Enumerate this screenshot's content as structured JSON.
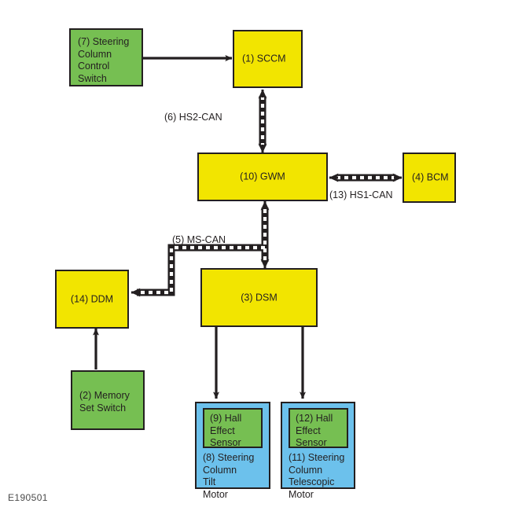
{
  "figure": {
    "id_label": "E190501",
    "colors": {
      "yellow_module": "#f2e500",
      "green_input": "#76bf52",
      "blue_actuator": "#6cc1ec",
      "outline": "#231f20",
      "background": "#ffffff"
    }
  },
  "nodes": {
    "steering_column_control_switch": "(7) Steering\nColumn\nControl\nSwitch",
    "sccm": "(1) SCCM",
    "gwm": "(10) GWM",
    "bcm": "(4) BCM",
    "dsm": "(3) DSM",
    "ddm": "(14) DDM",
    "memory_set_switch": "(2) Memory\nSet Switch",
    "tilt_motor": "(8) Steering\nColumn\nTilt\nMotor",
    "tilt_hall_sensor": "(9) Hall\nEffect\nSensor",
    "telescopic_motor": "(11) Steering\nColumn\nTelescopic\nMotor",
    "telescopic_hall_sensor": "(12) Hall\nEffect\nSensor"
  },
  "edge_labels": {
    "hs2_can": "(6) HS2-CAN",
    "hs1_can": "(13) HS1-CAN",
    "ms_can": "(5) MS-CAN"
  }
}
